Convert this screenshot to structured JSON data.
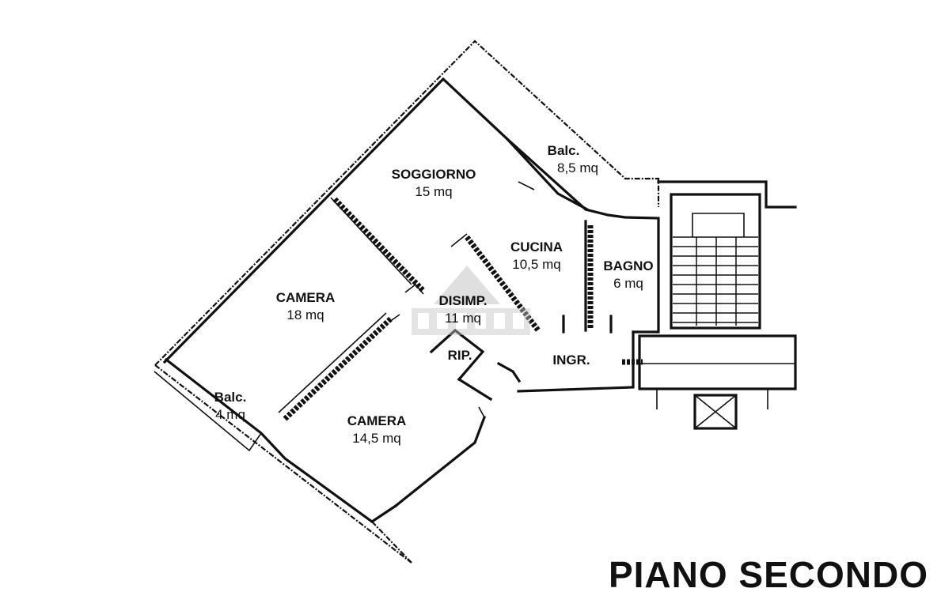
{
  "floor_title": "PIANO SECONDO",
  "rooms": {
    "soggiorno": {
      "name": "SOGGIORNO",
      "area": "15 mq"
    },
    "balcone_1": {
      "name": "Balc.",
      "area": "8,5 mq"
    },
    "cucina": {
      "name": "CUCINA",
      "area": "10,5 mq"
    },
    "bagno": {
      "name": "BAGNO",
      "area": "6 mq"
    },
    "camera_1": {
      "name": "CAMERA",
      "area": "18 mq"
    },
    "disimpegno": {
      "name": "DISIMP.",
      "area": "11 mq"
    },
    "ripostiglio": {
      "name": "RIP."
    },
    "ingresso": {
      "name": "INGR."
    },
    "balcone_2": {
      "name": "Balc.",
      "area": "4 mq"
    },
    "camera_2": {
      "name": "CAMERA",
      "area": "14,5 mq"
    }
  },
  "colors": {
    "ink": "#111111",
    "background": "#ffffff",
    "watermark": "#b9b9b9"
  }
}
